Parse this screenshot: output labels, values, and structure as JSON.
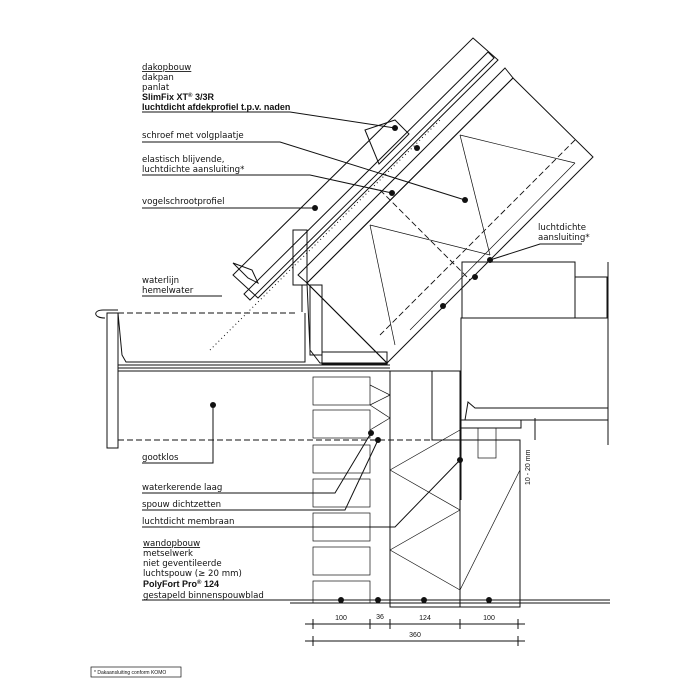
{
  "roof_labels": {
    "heading": "dakopbouw",
    "layer1": "dakpan",
    "layer2": "panlat",
    "product_name": "SlimFix XT",
    "product_reg": "®",
    "product_suffix": " 3/3R",
    "layer4": "luchtdicht afdekprofiel t.p.v. naden"
  },
  "labels": {
    "screw": "schroef met volgplaatje",
    "elastic_1": "elastisch blijvende,",
    "elastic_2": "luchtdichte aansluiting*",
    "bird": "vogelschrootprofiel",
    "water_1": "waterlijn",
    "water_2": "hemelwater",
    "airtight_1": "luchtdichte",
    "airtight_2": "aansluiting*",
    "gootklos": "gootklos",
    "waterproof": "waterkerende laag",
    "cavity_seal": "spouw dichtzetten",
    "membrane": "luchtdicht membraan",
    "gap": "10 - 20 mm"
  },
  "wall_labels": {
    "heading": "wandopbouw",
    "layer1": "metselwerk",
    "layer2": "niet geventileerde",
    "layer3": "luchtspouw (≥ 20 mm)",
    "product_name": "PolyFort Pro",
    "product_reg": "®",
    "product_suffix": " 124",
    "layer5": "gestapeld binnenspouwblad"
  },
  "dimensions": {
    "d1": "100",
    "d2": "36",
    "d3": "124",
    "d4": "100",
    "total": "360"
  },
  "footnote": "* Dakaansluiting conform KOMO",
  "colors": {
    "insulation": "#ececec",
    "slab": "#b9b9b9",
    "line": "#111111"
  }
}
